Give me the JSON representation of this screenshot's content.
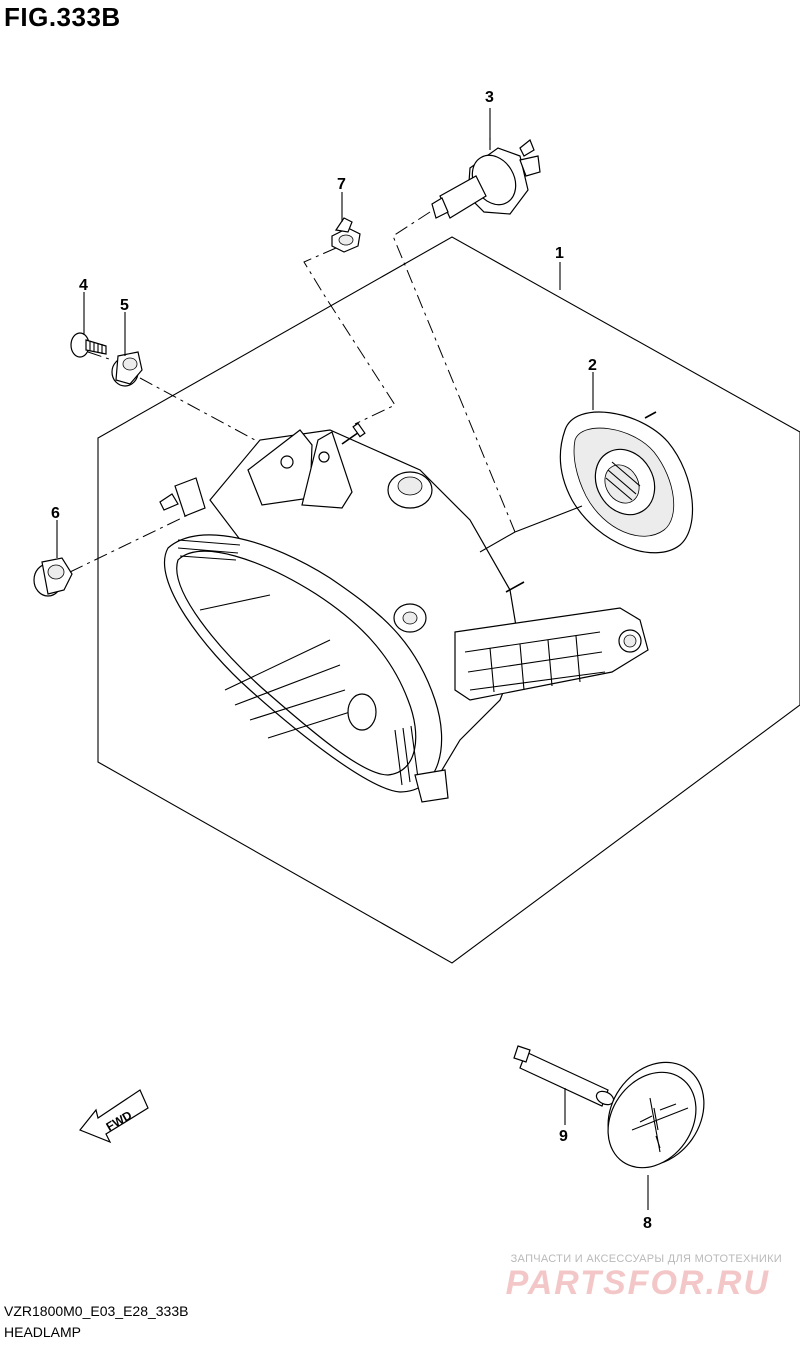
{
  "figure": {
    "title": "FIG.333B",
    "code": "VZR1800M0_E03_E28_333B",
    "name": "HEADLAMP"
  },
  "callouts": [
    {
      "num": "1",
      "part": "headlamp-assembly"
    },
    {
      "num": "2",
      "part": "socket-cover"
    },
    {
      "num": "3",
      "part": "bulb"
    },
    {
      "num": "4",
      "part": "screw"
    },
    {
      "num": "5",
      "part": "grommet"
    },
    {
      "num": "6",
      "part": "cushion"
    },
    {
      "num": "7",
      "part": "nut"
    },
    {
      "num": "8",
      "part": "cap"
    },
    {
      "num": "9",
      "part": "pin"
    }
  ],
  "direction_arrow": {
    "label": "FWD"
  },
  "watermark": {
    "tagline": "ЗАПЧАСТИ И АКСЕССУАРЫ ДЛЯ МОТОТЕХНИКИ",
    "logo": "PARTSFOR.RU"
  }
}
